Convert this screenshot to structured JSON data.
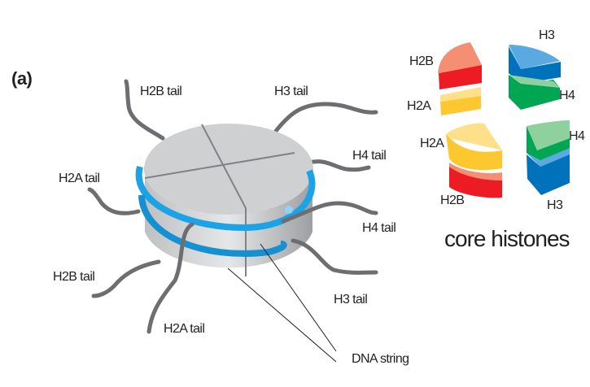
{
  "panel_label": "(a)",
  "tails": {
    "h2b_top": "H2B tail",
    "h3_top": "H3 tail",
    "h4_right_upper": "H4 tail",
    "h4_right_lower": "H4 tail",
    "h3_bottom": "H3 tail",
    "h2a_left": "H2A tail",
    "h2b_left": "H2B tail",
    "h2a_bottom": "H2A tail"
  },
  "dna_label": "DNA string",
  "core": {
    "title": "core histones",
    "labels": [
      "H2B",
      "H2A",
      "H3",
      "H4",
      "H2A",
      "H2B",
      "H4",
      "H3"
    ]
  },
  "colors": {
    "dna": "#1ba3e6",
    "core_gray": "#c8c9cb",
    "tail": "#6d6e71",
    "h2b": "#ed1c24",
    "h2a": "#fdc82f",
    "h3": "#0072bc",
    "h4": "#00a651"
  }
}
